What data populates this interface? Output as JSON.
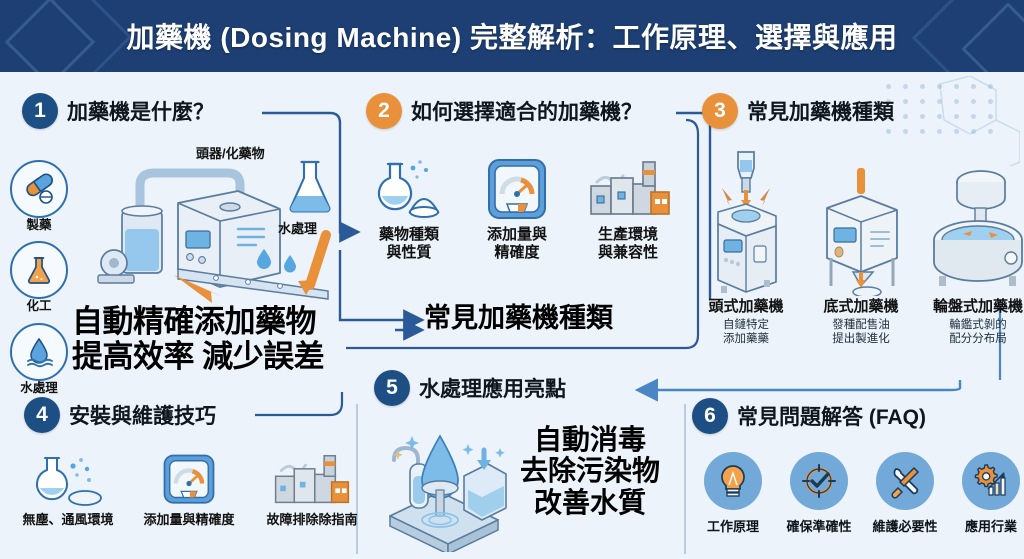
{
  "header": {
    "title": "加藥機 (Dosing Machine) 完整解析：工作原理、選擇與應用",
    "bg_color": "#1d3f73",
    "text_color": "#ffffff"
  },
  "colors": {
    "page_bg": "#edf3fa",
    "badge_blue": "#1d4f85",
    "badge_orange": "#e8903a",
    "accent_orange": "#e8903a",
    "accent_blue": "#2f6fb0",
    "line": "#2a5a97"
  },
  "sections": [
    {
      "number": "1",
      "badge_color": "blue",
      "title": "加藥機是什麼？",
      "industry_icons": [
        {
          "label": "製藥",
          "icon": "pill-icon"
        },
        {
          "label": "化工",
          "icon": "flask-icon"
        },
        {
          "label": "水處理",
          "icon": "water-drop-icon"
        }
      ],
      "diagram_labels": [
        {
          "label": "頭器/化藥物",
          "icon": "dosing-head-label"
        },
        {
          "label": "水處理",
          "icon": "beaker-icon"
        }
      ],
      "statement": "自動精確添加藥物\n提高效率 減少誤差"
    },
    {
      "number": "2",
      "badge_color": "orange",
      "title": "如何選擇適合的加藥機？",
      "items": [
        {
          "label": "藥物種類\n與性質",
          "icon": "flask-powder-icon"
        },
        {
          "label": "添加量與\n精確度",
          "icon": "gauge-icon"
        },
        {
          "label": "生產環境\n與兼容性",
          "icon": "factory-icon"
        }
      ],
      "callout": "常見加藥機種類"
    },
    {
      "number": "3",
      "badge_color": "orange",
      "title": "常見加藥機種類",
      "items": [
        {
          "label": "頭式加藥機",
          "sub": "自鏈特定\n添加藥藥",
          "icon": "bottle-dosing-machine-icon"
        },
        {
          "label": "底式加藥機",
          "sub": "發種配售油\n提出製進化",
          "icon": "hopper-dosing-machine-icon"
        },
        {
          "label": "輪盤式加藥機",
          "sub": "輪鑑式剝的\n配分分布局",
          "icon": "rotary-dosing-machine-icon"
        }
      ]
    },
    {
      "number": "4",
      "badge_color": "blue",
      "title": "安裝與維護技巧",
      "items": [
        {
          "label": "無塵、通風環境",
          "icon": "flask-dust-icon"
        },
        {
          "label": "添加量與精確度",
          "icon": "gauge-icon"
        },
        {
          "label": "故障排除除指南",
          "icon": "factory-icon"
        }
      ]
    },
    {
      "number": "5",
      "badge_color": "blue",
      "title": "水處理應用亮點",
      "illustration": "water-treatment-isometric-icon",
      "statement": "自動消毒\n去除污染物\n改善水質"
    },
    {
      "number": "6",
      "badge_color": "blue",
      "title": "常見問題解答 (FAQ)",
      "items": [
        {
          "label": "工作原理",
          "icon": "lightbulb-icon"
        },
        {
          "label": "確保準確性",
          "icon": "target-check-icon"
        },
        {
          "label": "維護必要性",
          "icon": "wrench-screwdriver-icon"
        },
        {
          "label": "應用行業",
          "icon": "gear-chart-icon"
        }
      ]
    }
  ]
}
